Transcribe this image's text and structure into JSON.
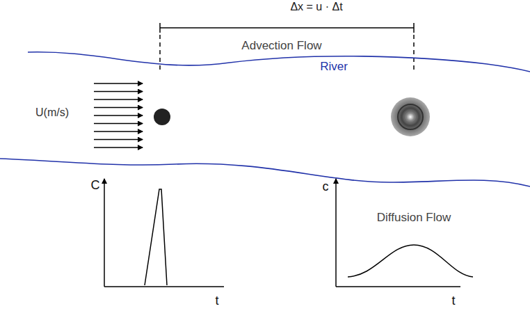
{
  "diagram": {
    "labels": [
      "Δx = u · Δt",
      "Advection Flow",
      "U(m/s)",
      "River",
      "C",
      "t",
      "c",
      "t",
      "Diffusion Flow"
    ]
  }
}
